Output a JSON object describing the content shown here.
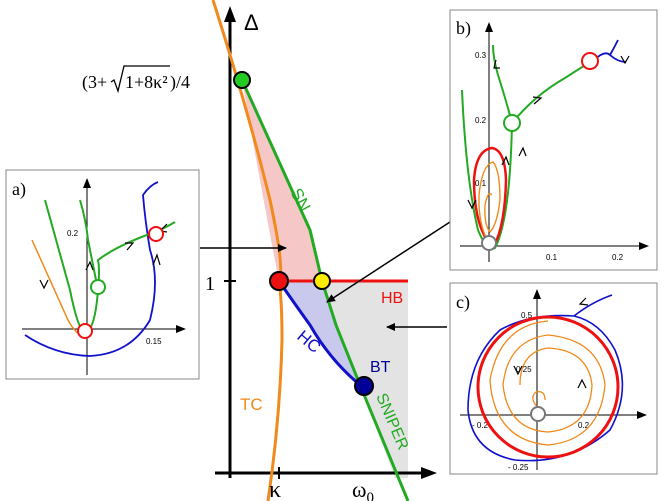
{
  "main": {
    "y_axis_label": "Δ",
    "x_axis_label": "ω",
    "x_axis_sub": "0",
    "kappa_label": "κ",
    "one_label": "1",
    "formula_left": "(3+",
    "formula_radicand": "1+8κ²",
    "formula_right": ")/4",
    "curves": {
      "sn": "SN",
      "hb": "HB",
      "hc": "HC",
      "bt": "BT",
      "tc": "TC",
      "sniper": "SNIPER"
    },
    "colors": {
      "sn": "#22aa22",
      "hb": "#ee1111",
      "hc": "#1111cc",
      "tc": "#f08a1c",
      "bt_point": "#000099",
      "yellow_point": "#ffee00",
      "pink_region": "#f6c7c7",
      "blue_region": "#c9c9ee",
      "gray_region": "#e3e3e3"
    }
  },
  "inset_a": {
    "label": "a)",
    "ticks": {
      "y": "0.2",
      "x": "0.15"
    }
  },
  "inset_b": {
    "label": "b)",
    "ticks": {
      "y": [
        "0.3",
        "0.2",
        "0.1"
      ],
      "x": [
        "0.1",
        "0.2"
      ]
    }
  },
  "inset_c": {
    "label": "c)",
    "ticks": {
      "y": [
        "0.5",
        "0.25",
        "- 0.25"
      ],
      "x": [
        "- 0.2",
        "0.2"
      ]
    }
  }
}
